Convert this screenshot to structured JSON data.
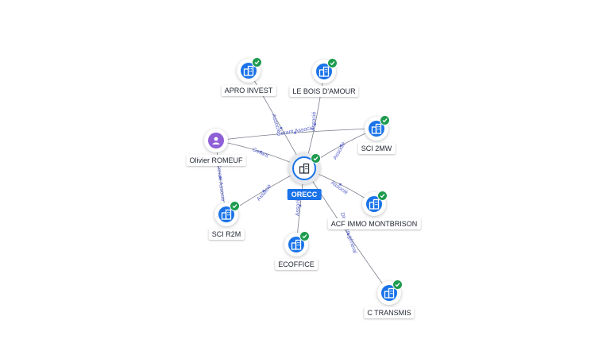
{
  "colors": {
    "company": "#1a73e8",
    "person": "#8e5fd6",
    "verified": "#1e9b4f",
    "edge": "#7a7f8c",
    "edge_label": "#5a64c8"
  },
  "nodes": [
    {
      "id": "orecc",
      "label": "ORECC",
      "kind": "company",
      "icon": "building-icon",
      "central": true,
      "verified": true
    },
    {
      "id": "apro",
      "label": "APRO INVEST",
      "kind": "company",
      "icon": "building-icon",
      "verified": true
    },
    {
      "id": "bois",
      "label": "LE BOIS D'AMOUR",
      "kind": "company",
      "icon": "building-icon",
      "verified": true
    },
    {
      "id": "sci2mw",
      "label": "SCI 2MW",
      "kind": "company",
      "icon": "building-icon",
      "verified": true
    },
    {
      "id": "olivier",
      "label": "Olivier ROMEUF",
      "kind": "person",
      "icon": "person-icon",
      "verified": false
    },
    {
      "id": "acf",
      "label": "ACF IMMO MONTBRISON",
      "kind": "company",
      "icon": "building-icon",
      "verified": true
    },
    {
      "id": "scir2m",
      "label": "SCI R2M",
      "kind": "company",
      "icon": "building-icon",
      "verified": true
    },
    {
      "id": "ecoffice",
      "label": "ECOFFICE",
      "kind": "company",
      "icon": "building-icon",
      "verified": true
    },
    {
      "id": "ctransmis",
      "label": "C TRANSMIS",
      "kind": "company",
      "icon": "building-icon",
      "verified": true
    }
  ],
  "edges": [
    {
      "from": "orecc",
      "to": "apro",
      "label": "Associé"
    },
    {
      "from": "orecc",
      "to": "bois",
      "label": "Associé"
    },
    {
      "from": "orecc",
      "to": "sci2mw",
      "label": "Associé"
    },
    {
      "from": "olivier",
      "to": "sci2mw",
      "label": "Gerant Associe"
    },
    {
      "from": "olivier",
      "to": "orecc",
      "label": "Gerant"
    },
    {
      "from": "olivier",
      "to": "scir2m",
      "label": "Gerant Associe"
    },
    {
      "from": "orecc",
      "to": "scir2m",
      "label": "Associé"
    },
    {
      "from": "orecc",
      "to": "ecoffice",
      "label": "Associé"
    },
    {
      "from": "orecc",
      "to": "acf",
      "label": "Associé"
    },
    {
      "from": "orecc",
      "to": "ctransmis",
      "label": "Directeur général"
    }
  ]
}
